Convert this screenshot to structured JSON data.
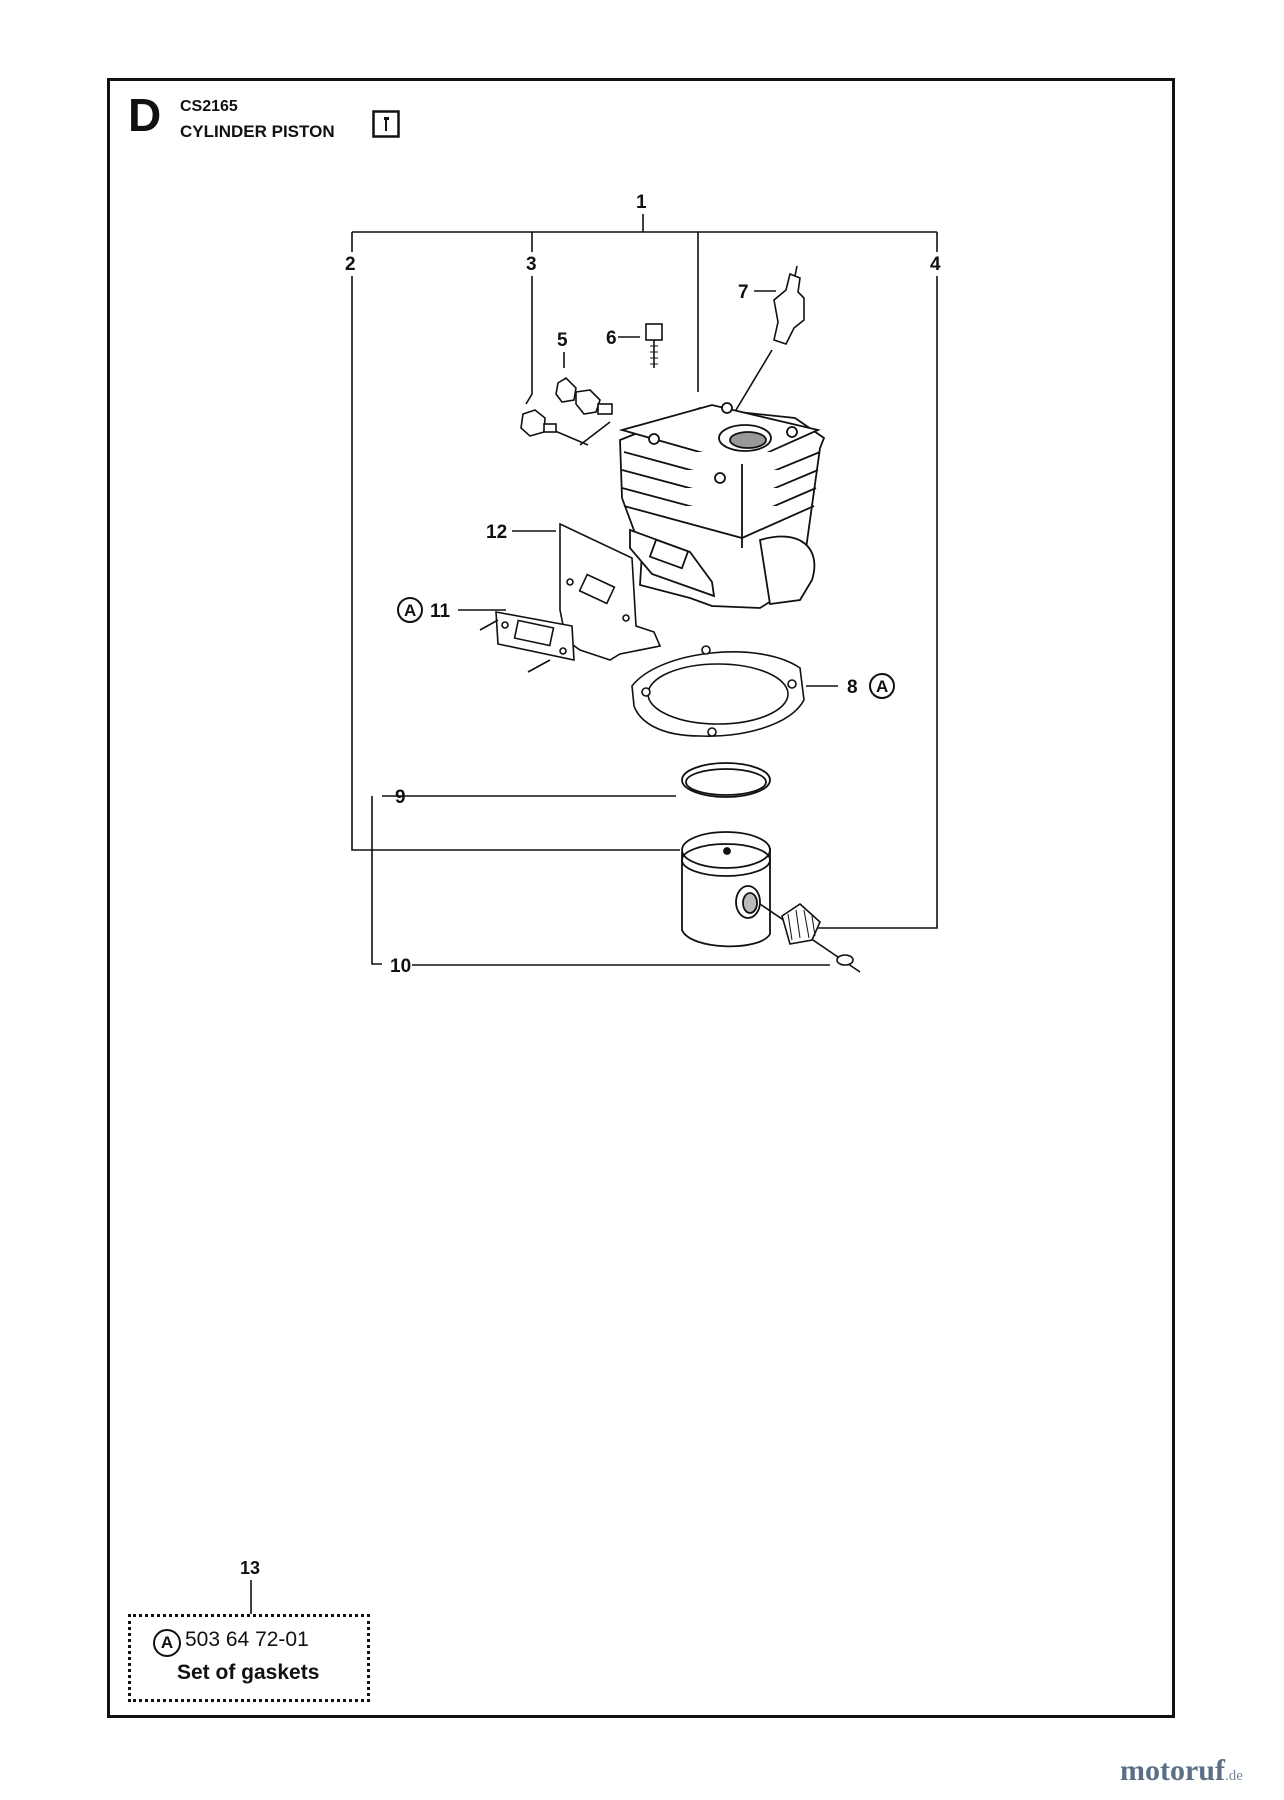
{
  "section": {
    "letter": "D",
    "model": "CS2165",
    "title": "CYLINDER PISTON",
    "icon": "wrench-book-icon"
  },
  "callouts": {
    "c1": "1",
    "c2": "2",
    "c3": "3",
    "c4": "4",
    "c5": "5",
    "c6": "6",
    "c7": "7",
    "c8": "8",
    "c9": "9",
    "c10": "10",
    "c11": "11",
    "c12": "12"
  },
  "badge_letter": "A",
  "kit": {
    "number": "13",
    "badge": "A",
    "part_number": "503 64 72-01",
    "description": "Set of gaskets"
  },
  "watermark": {
    "brand": "motoruf",
    "tld": ".de"
  }
}
